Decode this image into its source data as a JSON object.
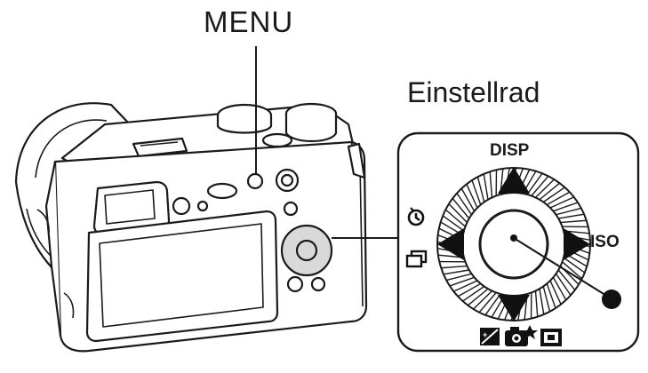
{
  "labels": {
    "menu": "MENU",
    "control_wheel": "Einstellrad",
    "disp": "DISP",
    "iso": "ISO"
  },
  "icons": {
    "top": "disp-button",
    "left_upper": "self-timer-icon",
    "left_lower": "drive-mode-icon",
    "right": "iso-button",
    "bottom_left": "exposure-compensation-icon",
    "bottom_middle": "creative-style-icon",
    "bottom_right": "image-size-icon",
    "center": "center-button",
    "bottom_right_dot": "function-dot"
  },
  "colors": {
    "line": "#1a1a1a",
    "fill_dark": "#111111",
    "camera_body": "#ffffff",
    "dial_highlight": "#d9d9d9"
  }
}
